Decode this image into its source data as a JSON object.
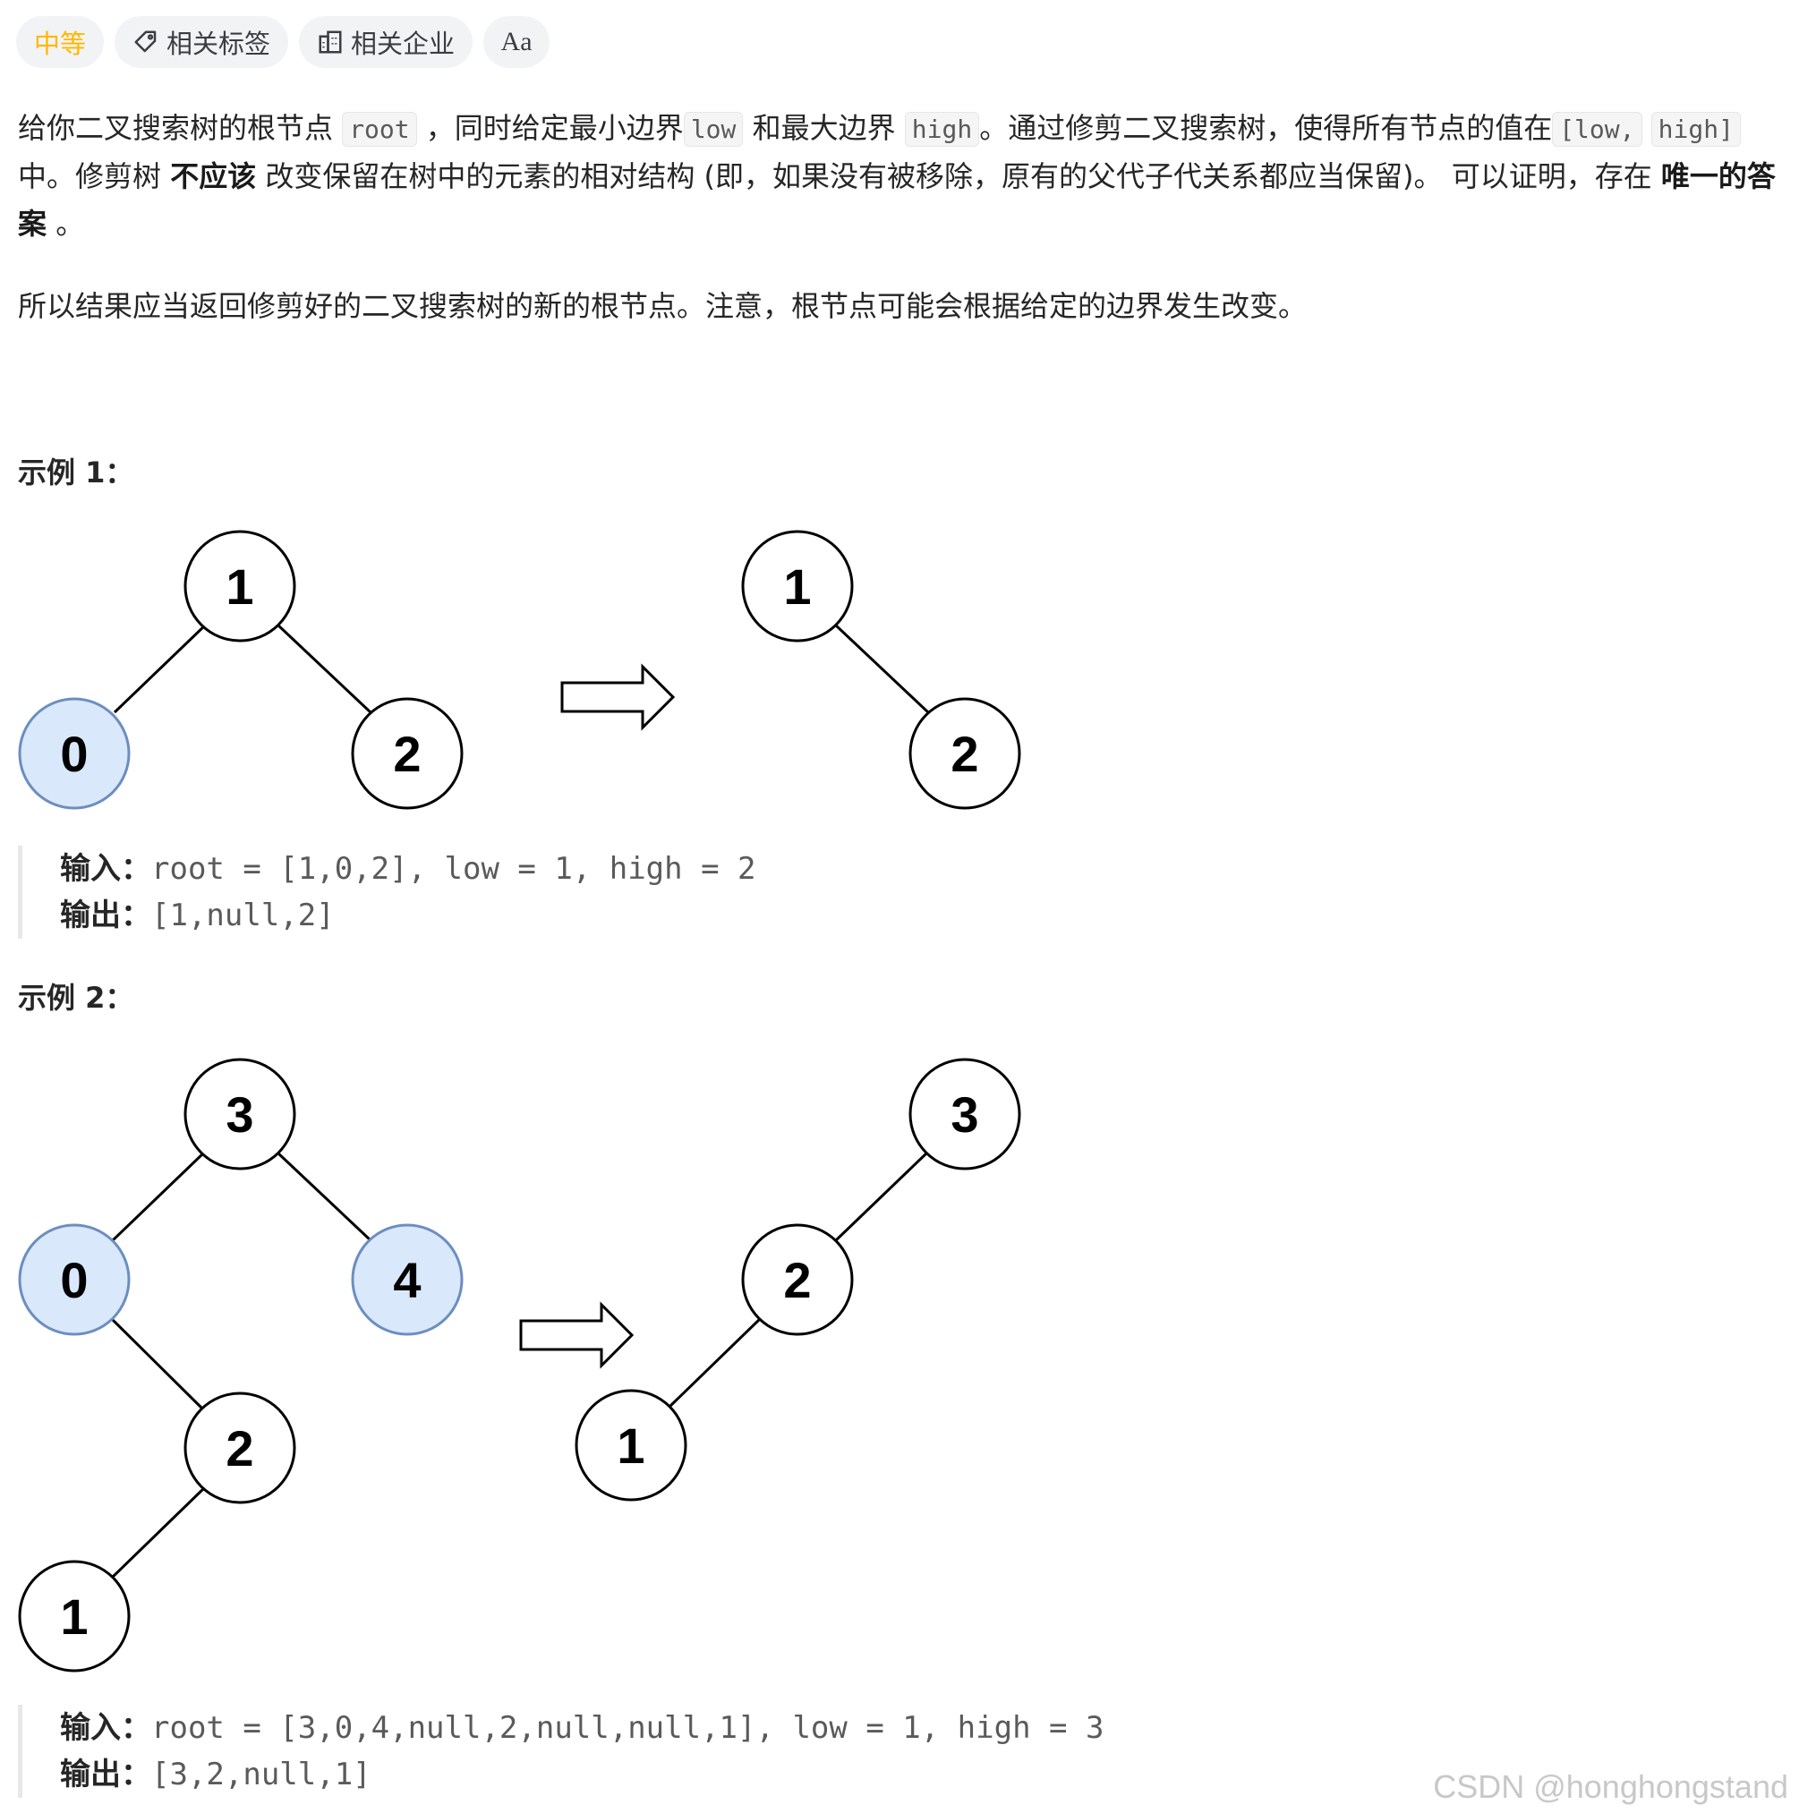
{
  "tags": {
    "difficulty": "中等",
    "related_tags": "相关标签",
    "related_companies": "相关企业",
    "translate_icon_text": "Aa"
  },
  "description": {
    "p1_s1": "给你二叉搜索树的根节点 ",
    "code_root": "root",
    "p1_s2": " ，同时给定最小边界",
    "code_low": "low",
    "p1_s3": " 和最大边界 ",
    "code_high": "high",
    "p1_s4": "。通过修剪二叉搜索树，使得所有节点的值在",
    "code_range_a": "[low,",
    "code_range_b": "high]",
    "p1_s5": "中。修剪树 ",
    "bold_not": "不应该",
    "p1_s6": " 改变保留在树中的元素的相对结构 (即，如果没有被移除，原有的父代子代关系都应当保留)。 可以证明，存在 ",
    "bold_unique": "唯一的答案",
    "p1_s7": " 。",
    "p2": "所以结果应当返回修剪好的二叉搜索树的新的根节点。注意，根节点可能会根据给定的边界发生改变。"
  },
  "example1": {
    "heading": "示例 1：",
    "before": {
      "root": "1",
      "left": "0",
      "right": "2"
    },
    "after": {
      "root": "1",
      "right": "2"
    },
    "input_label": "输入：",
    "input_value": "root = [1,0,2], low = 1, high = 2",
    "output_label": "输出：",
    "output_value": "[1,null,2]"
  },
  "example2": {
    "heading": "示例 2：",
    "before": {
      "root": "3",
      "left": "0",
      "right": "4",
      "left_right": "2",
      "left_right_left": "1"
    },
    "after": {
      "root": "3",
      "left": "2",
      "left_left": "1"
    },
    "input_label": "输入：",
    "input_value": "root = [3,0,4,null,2,null,null,1], low = 1, high = 3",
    "output_label": "输出：",
    "output_value": "[3,2,null,1]"
  },
  "colors": {
    "removed_node_fill": "#dae8fc",
    "removed_node_stroke": "#6c8ebf",
    "difficulty": "#ffb800"
  },
  "watermark": "CSDN @honghongstand"
}
